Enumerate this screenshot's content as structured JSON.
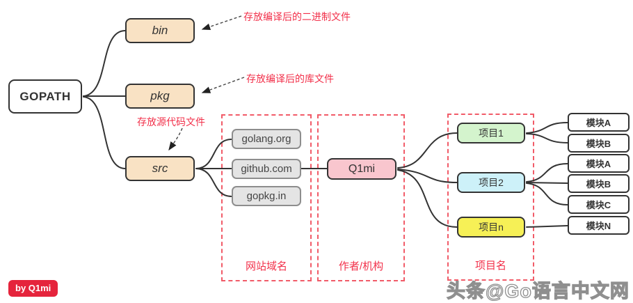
{
  "diagram": {
    "root": {
      "label": "GOPATH"
    },
    "dirs": [
      {
        "id": "bin",
        "label": "bin"
      },
      {
        "id": "pkg",
        "label": "pkg"
      },
      {
        "id": "src",
        "label": "src"
      }
    ],
    "annotations": [
      {
        "target": "bin",
        "text": "存放编译后的二进制文件"
      },
      {
        "target": "pkg",
        "text": "存放编译后的库文件"
      },
      {
        "target": "src",
        "text": "存放源代码文件"
      }
    ],
    "domains": [
      {
        "label": "golang.org"
      },
      {
        "label": "github.com"
      },
      {
        "label": "gopkg.in"
      }
    ],
    "author": {
      "label": "Q1mi"
    },
    "projects": [
      {
        "label": "项目1",
        "color": "#d4f4cd"
      },
      {
        "label": "项目2",
        "color": "#cdf1f9"
      },
      {
        "label": "项目n",
        "color": "#f6f056"
      }
    ],
    "modules": [
      {
        "label": "模块A",
        "parent": "项目1"
      },
      {
        "label": "模块B",
        "parent": "项目1"
      },
      {
        "label": "模块A",
        "parent": "项目2"
      },
      {
        "label": "模块B",
        "parent": "项目2"
      },
      {
        "label": "模块C",
        "parent": "项目2"
      },
      {
        "label": "模块N",
        "parent": "项目n"
      }
    ],
    "groups": [
      {
        "label": "网站域名"
      },
      {
        "label": "作者/机构"
      },
      {
        "label": "项目名"
      }
    ],
    "badge": "by Q1mi",
    "watermark": "头条@Go语言中文网",
    "colors": {
      "dir_fill": "#f9e2c4",
      "domain_fill": "#e4e4e4",
      "author_fill": "#f9c6ce",
      "annotation_red": "#f2304a",
      "group_dash_red": "#f15b68",
      "badge_red": "#e5243c",
      "line_dark": "#333333"
    }
  }
}
